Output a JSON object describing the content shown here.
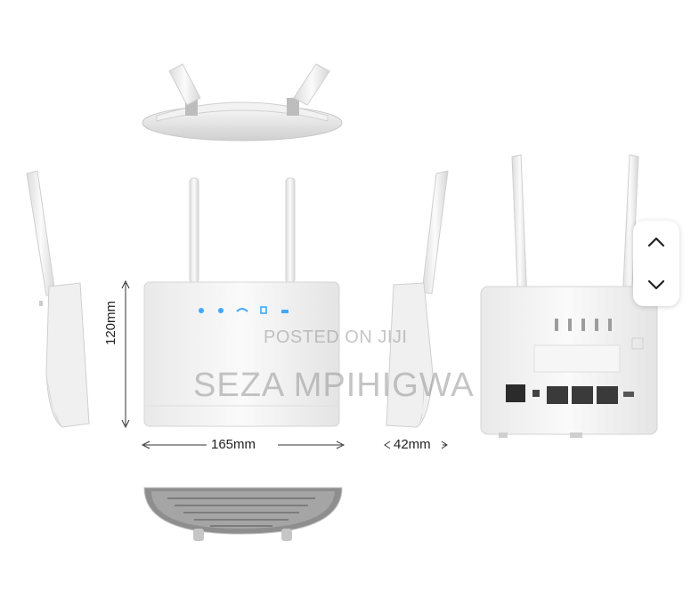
{
  "dimensions": {
    "height": "120mm",
    "width": "165mm",
    "depth": "42mm"
  },
  "watermark": {
    "line1": "POSTED ON JIJI",
    "line2": "SEZA MPIHIGWA"
  },
  "gallery_nav": {
    "up_icon": "chevron-up-icon",
    "down_icon": "chevron-down-icon"
  },
  "colors": {
    "led_blue": "#3ea8ff",
    "device_white": "#f4f4f4",
    "shadow_gray": "#9a9a9a"
  }
}
